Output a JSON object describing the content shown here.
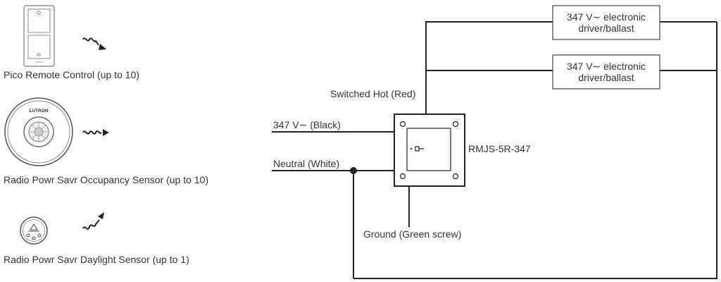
{
  "devices": [
    {
      "label": "Pico Remote Control (up to 10)",
      "icon": "pico-remote-icon",
      "signal_icon": "wireless-signal-icon"
    },
    {
      "label": "Radio Powr Savr Occupancy Sensor (up to 10)",
      "icon": "occupancy-sensor-icon",
      "signal_icon": "wireless-signal-icon",
      "brand_mark": "LUTRON"
    },
    {
      "label": "Radio Powr Savr Daylight Sensor (up to 1)",
      "icon": "daylight-sensor-icon",
      "signal_icon": "wireless-signal-icon"
    }
  ],
  "wiring": {
    "switched_hot": "Switched Hot (Red)",
    "line_in": "347 V∼ (Black)",
    "neutral": "Neutral (White)",
    "ground": "Ground (Green screw)",
    "module_label": "RMJS-5R-347"
  },
  "loads": [
    {
      "line1": "347 V∼ electronic",
      "line2": "driver/ballast"
    },
    {
      "line1": "347 V∼ electronic",
      "line2": "driver/ballast"
    }
  ],
  "colors": {
    "line": "#222222",
    "text": "#333333"
  }
}
